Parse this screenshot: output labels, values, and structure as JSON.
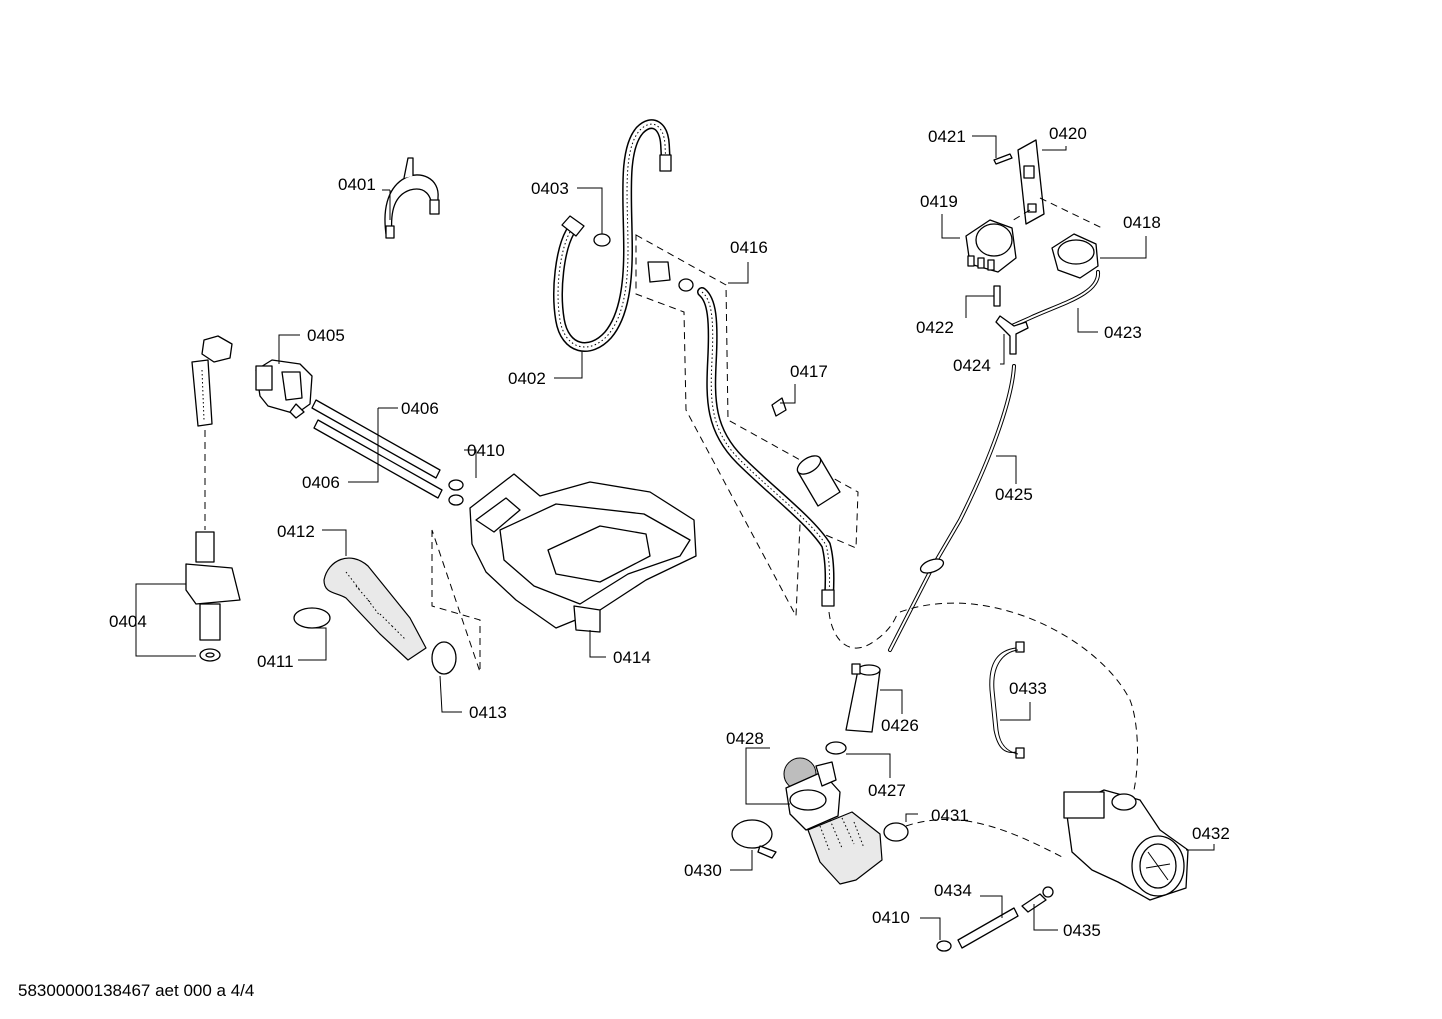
{
  "labels": {
    "p0401": "0401",
    "p0402": "0402",
    "p0403": "0403",
    "p0404": "0404",
    "p0405": "0405",
    "p0406a": "0406",
    "p0406b": "0406",
    "p0410a": "0410",
    "p0410b": "0410",
    "p0411": "0411",
    "p0412": "0412",
    "p0413": "0413",
    "p0414": "0414",
    "p0416": "0416",
    "p0417": "0417",
    "p0418": "0418",
    "p0419": "0419",
    "p0420": "0420",
    "p0421": "0421",
    "p0422": "0422",
    "p0423": "0423",
    "p0424": "0424",
    "p0425": "0425",
    "p0426": "0426",
    "p0427": "0427",
    "p0428": "0428",
    "p0430": "0430",
    "p0431": "0431",
    "p0432": "0432",
    "p0433": "0433",
    "p0434": "0434",
    "p0435": "0435"
  },
  "footer": "58300000138467 aet 000 a 4/4"
}
